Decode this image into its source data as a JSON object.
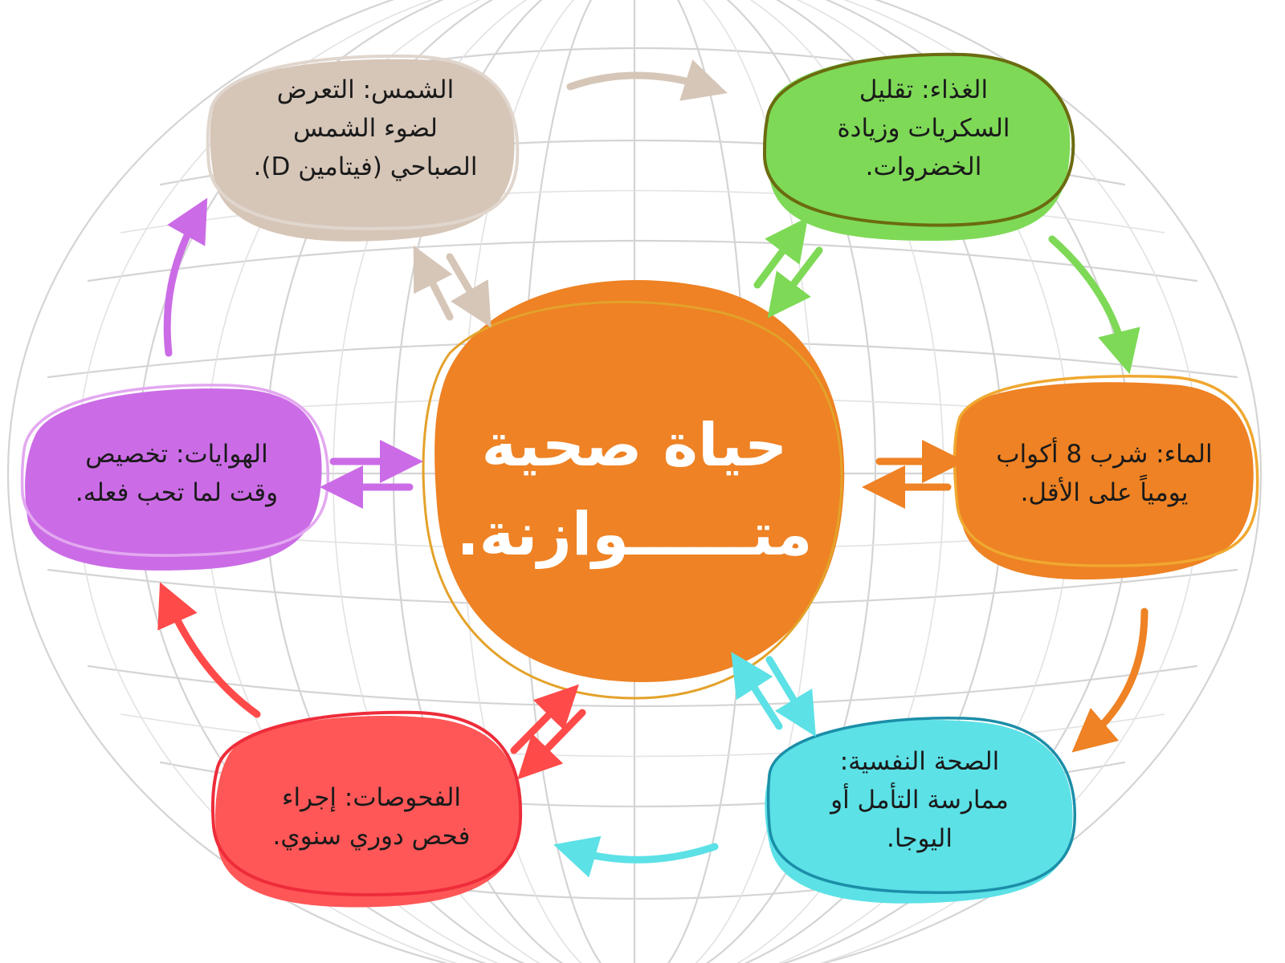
{
  "center": {
    "title": "حياة صحية\nمتــــــوازنة."
  },
  "nodes": {
    "food": {
      "text": "الغذاء: تقليل\nالسكريات وزيادة\nالخضروات.",
      "color": "#7ed957",
      "outline": "#6b6b10"
    },
    "water": {
      "text": "الماء: شرب 8 أكواب\nيومياً على الأقل.",
      "color": "#ee8224",
      "outline": "#f0a830"
    },
    "mental": {
      "text": "الصحة النفسية:\nممارسة التأمل أو\nاليوجا.",
      "color": "#5ce1e6",
      "outline": "#1b8ea8"
    },
    "checkups": {
      "text": "الفحوصات: إجراء\nفحص دوري سنوي.",
      "color": "#ff5757",
      "outline": "#ee2c3a"
    },
    "hobbies": {
      "text": "الهوايات: تخصيص\nوقت لما تحب فعله.",
      "color": "#cb6ce6",
      "outline": "#e3a8f0"
    },
    "sun": {
      "text": "الشمس: التعرض\nلضوء الشمس\nالصباحي (فيتامين D).",
      "color": "#d6c6b8",
      "outline": "#e0d6cd"
    }
  },
  "colors": {
    "center_fill": "#ee8224",
    "center_outline": "#e3a22a",
    "grid": "#d0d0d0"
  }
}
